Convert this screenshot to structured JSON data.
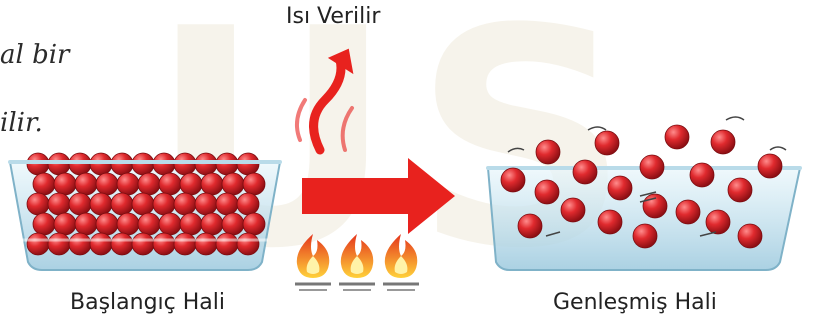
{
  "watermark": "US",
  "text_fragments": {
    "line1": "al bir",
    "line2": "ilir."
  },
  "heat_label": "Isı Verilir",
  "initial_label": "Başlangıç Hali",
  "expanded_label": "Genleşmiş Hali",
  "colors": {
    "sphere": "#d81f26",
    "arrow": "#e8221e",
    "glass": "#cfe7f2",
    "flame": "#f07d1a"
  },
  "icons": [
    "heat-wave-icon",
    "right-arrow-icon",
    "flame-icon"
  ]
}
